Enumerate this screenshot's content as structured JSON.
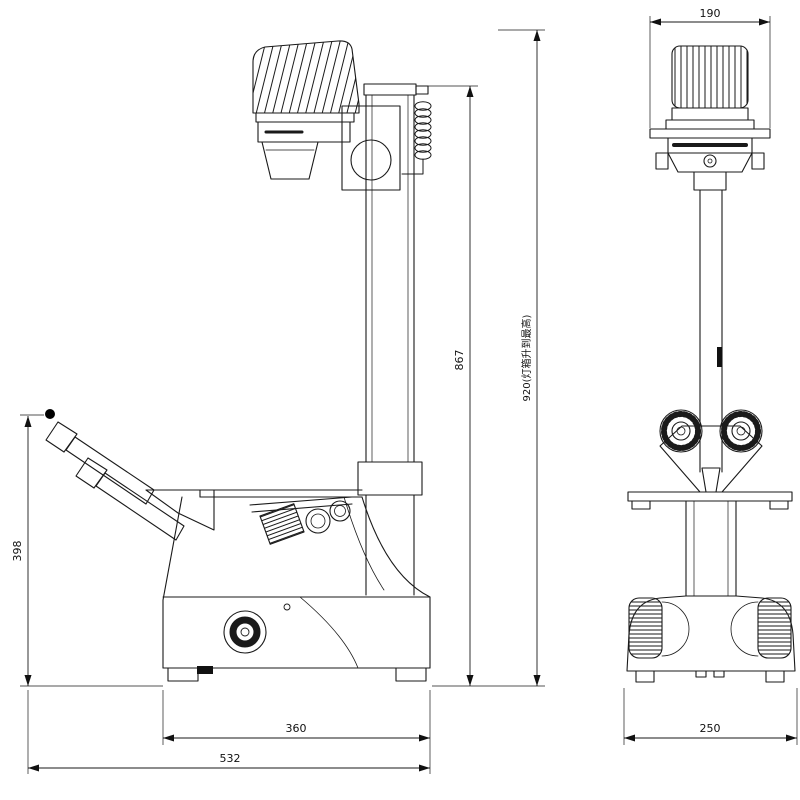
{
  "drawing": {
    "type": "technical-dimension-drawing",
    "subject": "inverted microscope outline drawing, side view (left) and front view (right)",
    "line_color": "#1a1a1a",
    "background": "#ffffff",
    "dimensions": {
      "lamp_width": "190",
      "max_height_note": "920(灯箱升到最高)",
      "column_height": "867",
      "eyepiece_height": "398",
      "base_depth": "360",
      "overall_depth": "532",
      "base_width": "250"
    }
  }
}
